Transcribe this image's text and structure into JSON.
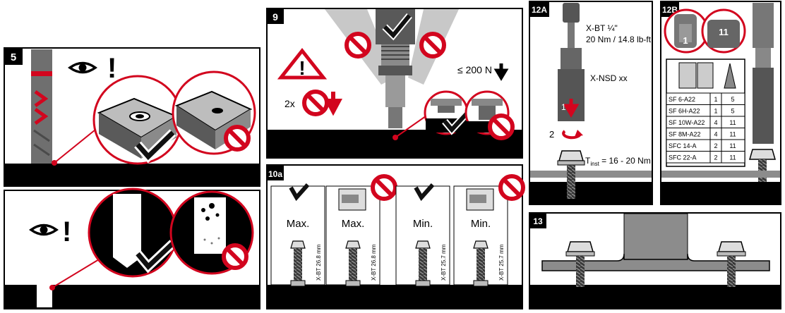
{
  "panels": {
    "p5": {
      "number": "5"
    },
    "p9": {
      "number": "9",
      "force": "≤ 200 N",
      "count": "2x"
    },
    "p10a": {
      "number": "10a",
      "labels": [
        "Max.",
        "Max.",
        "Min.",
        "Min."
      ],
      "spec_labels": [
        "X-BT 26.8 mm",
        "X-BT 26.8 mm",
        "X-BT 25.7 mm",
        "X-BT 25.7 mm"
      ]
    },
    "p12a": {
      "number": "12A",
      "bit": "X-BT ¼\"",
      "torque": "20 Nm / 14.8 lb-ft",
      "setting_tool": "X-NSD xx",
      "step1": "1",
      "step2": "2",
      "tinst_main": "T",
      "tinst_sub": "inst",
      "tinst_value": " = 16 - 20 Nm"
    },
    "p12b": {
      "number": "12B",
      "dial_left": "1",
      "dial_right": "11",
      "table": [
        [
          "SF 6-A22",
          "1",
          "5"
        ],
        [
          "SF 6H-A22",
          "1",
          "5"
        ],
        [
          "SF 10W-A22",
          "4",
          "11"
        ],
        [
          "SF 8M-A22",
          "4",
          "11"
        ],
        [
          "SFC 14-A",
          "2",
          "11"
        ],
        [
          "SFC 22-A",
          "2",
          "11"
        ]
      ]
    },
    "p13": {
      "number": "13"
    }
  },
  "colors": {
    "hilti_red": "#D2051E",
    "black": "#000000",
    "steel": "#8c8c8c",
    "light_steel": "#c8c8c8",
    "check": "#1a1a1a"
  }
}
